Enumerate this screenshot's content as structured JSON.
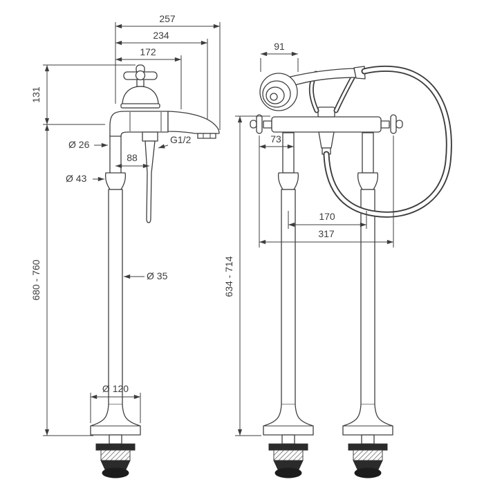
{
  "drawing": {
    "left_view": {
      "dim_257": "257",
      "dim_234": "234",
      "dim_172": "172",
      "dim_131": "131",
      "dia_26": "Ø 26",
      "thread": "G1/2",
      "dim_88": "88",
      "dia_43": "Ø 43",
      "height_range": "680 - 760",
      "dia_35": "Ø 35",
      "dia_120": "Ø 120"
    },
    "right_view": {
      "dim_91": "91",
      "dim_73": "73",
      "height_range": "634 - 714",
      "dim_170": "170",
      "dim_317": "317"
    }
  }
}
